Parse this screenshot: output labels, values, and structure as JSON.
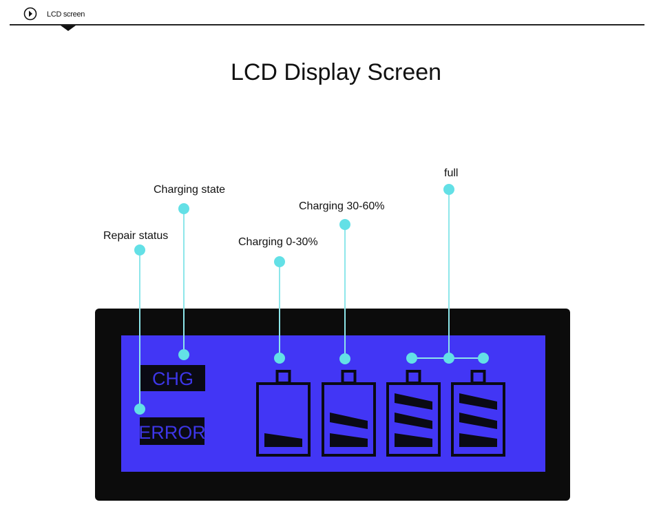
{
  "header": {
    "tab_label": "LCD screen",
    "tab_icon": "chevron-right-circle-icon"
  },
  "page_title": "LCD Display Screen",
  "callouts": {
    "repair_status": "Repair status",
    "charging_state": "Charging state",
    "charging_0_30": "Charging 0-30%",
    "charging_30_60": "Charging 30-60%",
    "full": "full"
  },
  "lcd": {
    "chg_label": "CHG",
    "error_label": "ERROR",
    "battery_levels": [
      1,
      2,
      3,
      3
    ]
  },
  "colors": {
    "lcd_background": "#4236f5",
    "lcd_frame": "#0c0c0c",
    "segment_dark": "#0a0a14",
    "callout_dot": "#63e0e6",
    "callout_line": "#8de6ea"
  }
}
